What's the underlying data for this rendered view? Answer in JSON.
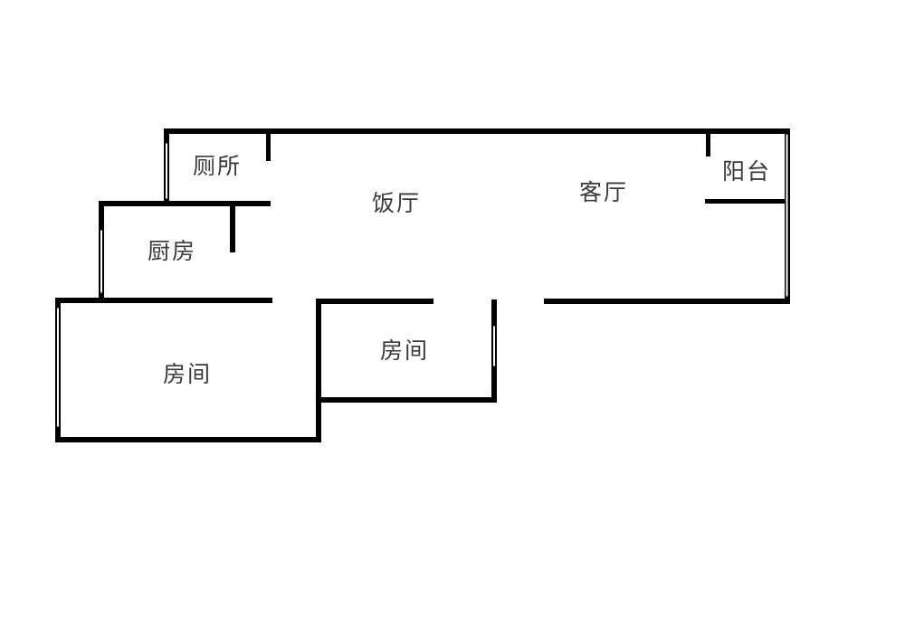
{
  "rooms": {
    "toilet": "厕所",
    "dining": "饭厅",
    "living": "客厅",
    "balcony": "阳台",
    "kitchen": "厨房",
    "bedroom_left": "房间",
    "bedroom_middle": "房间"
  },
  "colors": {
    "wall": "#000000",
    "background": "#ffffff",
    "label": "#3a3a3a"
  }
}
